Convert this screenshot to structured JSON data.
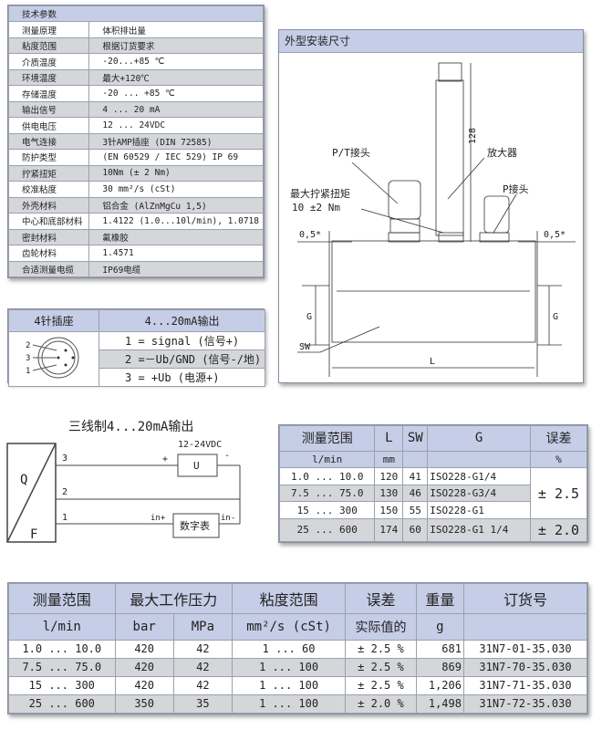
{
  "spec": {
    "title": "技术参数",
    "rows": [
      [
        "测量原理",
        "体积排出量"
      ],
      [
        "粘度范围",
        "根据订货要求"
      ],
      [
        "介质温度",
        "-20...+85 ℃"
      ],
      [
        "环境温度",
        "最大+120℃"
      ],
      [
        "存储温度",
        "-20 ... +85 ℃"
      ],
      [
        "输出信号",
        "4 ... 20 mA"
      ],
      [
        "供电电压",
        "12 ... 24VDC"
      ],
      [
        "电气连接",
        "3针AMP插座 (DIN 72585)"
      ],
      [
        "防护类型",
        "(EN 60529 / IEC 529)  IP 69"
      ],
      [
        "拧紧扭矩",
        "10Nm (± 2 Nm)"
      ],
      [
        "校准粘度",
        "30 mm²/s (cSt)"
      ],
      [
        "外壳材料",
        "铝合金 (AlZnMgCu 1,5)"
      ],
      [
        "中心和底部材料",
        "1.4122 (1.0...10l/min), 1.0718"
      ],
      [
        "密封材料",
        "氟橡胶"
      ],
      [
        "齿轮材料",
        "1.4571"
      ],
      [
        "合适测量电缆",
        "IP69电缆"
      ]
    ]
  },
  "drawing": {
    "title": "外型安装尺寸",
    "pt": "P/T接头",
    "amp": "放大器",
    "p": "P接头",
    "torque1": "最大拧紧扭矩",
    "torque2": "10 ±2 Nm",
    "h": "128",
    "gap": "0,5*",
    "g": "G",
    "sw": "SW",
    "l": "L"
  },
  "pin": {
    "h1": "4针插座",
    "h2": "4...20mA输出",
    "r1": "1 = signal (信号+)",
    "r2": "2 =－Ub/GND (信号-/地)",
    "r3": "3 = +Ub (电源+)",
    "n1": "1",
    "n2": "2",
    "n3": "3"
  },
  "wiring": {
    "title": "三线制4...20mA输出",
    "q": "Q",
    "f": "F",
    "w3": "3",
    "w2": "2",
    "w1": "1",
    "plus": "+",
    "minus": "-",
    "v": "12-24VDC",
    "u": "U",
    "inp": "in+",
    "inm": "in-",
    "meter": "数字表"
  },
  "t2": {
    "h": [
      "测量范围",
      "L",
      "SW",
      "G",
      "误差"
    ],
    "u": [
      "l/min",
      "mm",
      "",
      "",
      "%"
    ],
    "rows": [
      [
        "1.0 ... 10.0",
        "120",
        "41",
        "ISO228-G1/4"
      ],
      [
        "7.5 ... 75.0",
        "130",
        "46",
        "ISO228-G3/4"
      ],
      [
        "15 ... 300",
        "150",
        "55",
        "ISO228-G1"
      ],
      [
        "25 ... 600",
        "174",
        "60",
        "ISO228-G1 1/4"
      ]
    ],
    "e1": "± 2.5",
    "e2": "± 2.0"
  },
  "t3": {
    "h": [
      "测量范围",
      "最大工作压力",
      "粘度范围",
      "误差",
      "重量",
      "订货号"
    ],
    "u": [
      "l/min",
      "bar",
      "MPa",
      "mm²/s (cSt)",
      "实际值的",
      "g",
      ""
    ],
    "rows": [
      [
        "1.0 ... 10.0",
        "420",
        "42",
        "1 ... 60",
        "± 2.5 %",
        "681",
        "31N7-01-35.030"
      ],
      [
        "7.5 ... 75.0",
        "420",
        "42",
        "1 ... 100",
        "± 2.5 %",
        "869",
        "31N7-70-35.030"
      ],
      [
        "15 ... 300",
        "420",
        "42",
        "1 ... 100",
        "± 2.5 %",
        "1,206",
        "31N7-71-35.030"
      ],
      [
        "25 ... 600",
        "350",
        "35",
        "1 ... 100",
        "± 2.0 %",
        "1,498",
        "31N7-72-35.030"
      ]
    ]
  }
}
